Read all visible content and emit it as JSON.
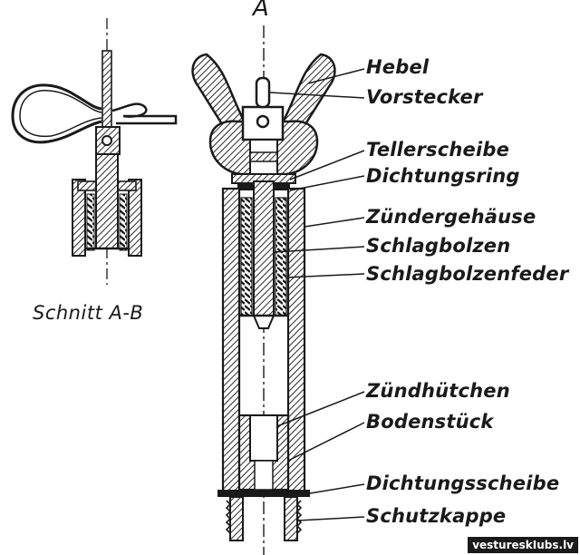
{
  "diagram": {
    "section_letter": "A",
    "section_caption": "Schnitt A-B",
    "labels": [
      "Hebel",
      "Vorstecker",
      "Tellerscheibe",
      "Dichtungsring",
      "Zündergehäuse",
      "Schlagbolzen",
      "Schlagbolzenfeder",
      "Zündhütchen",
      "Bodenstück",
      "Dichtungsscheibe",
      "Schutzkappe"
    ]
  },
  "watermark": "vestureskIubs.lv",
  "colors": {
    "ink": "#1a1a1a",
    "hatch": "#3a3a3a",
    "background": "#ffffff"
  }
}
